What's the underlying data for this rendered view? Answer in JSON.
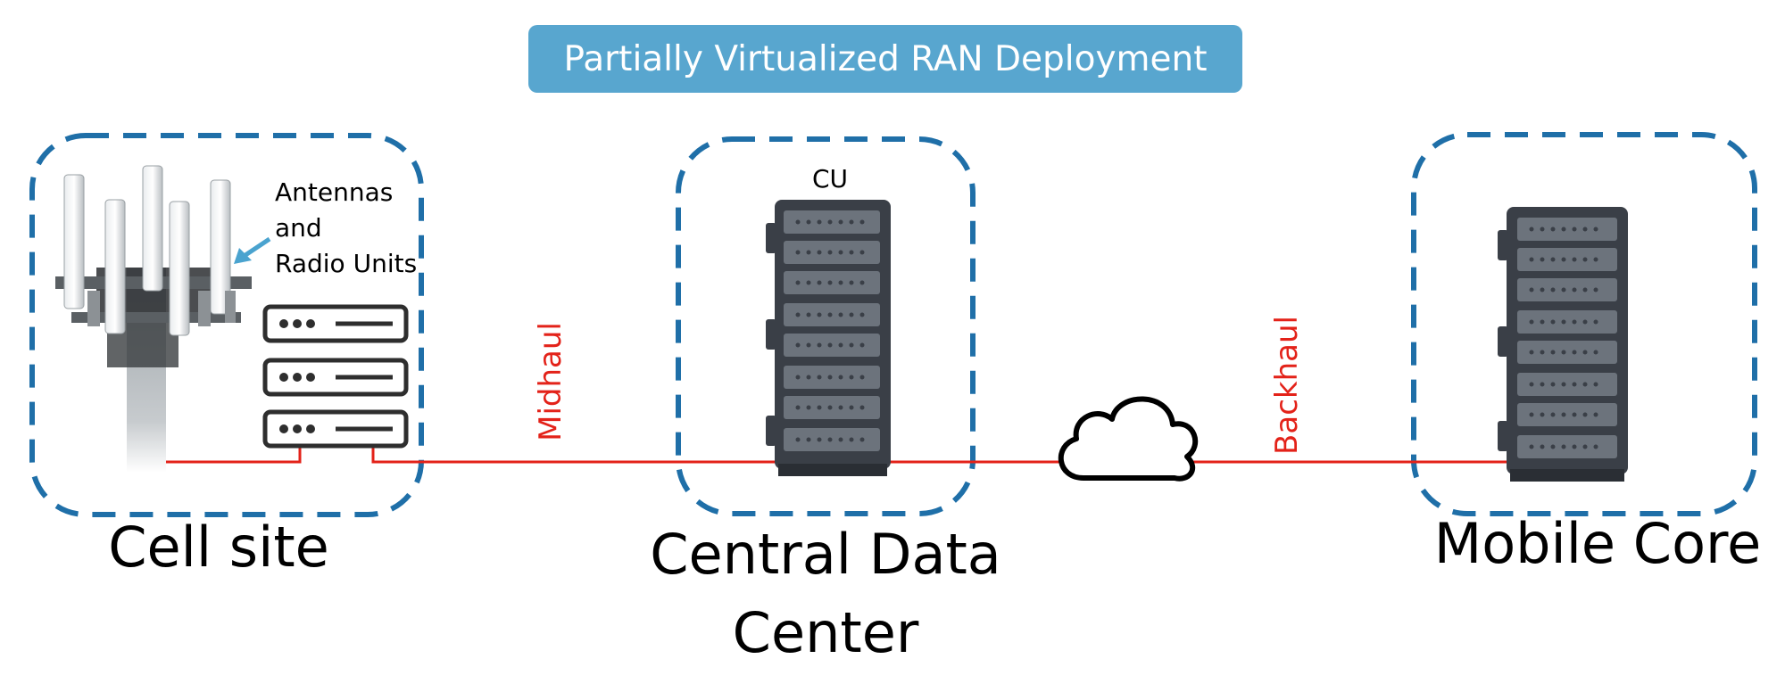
{
  "title": "Partially Virtualized RAN Deployment",
  "cell_site": {
    "label": "Cell site",
    "antenna_label_line1": "Antennas",
    "antenna_label_line2": "and",
    "antenna_label_line3": "Radio Units"
  },
  "central_dc": {
    "label_line1": "Central Data",
    "label_line2": "Center",
    "server_label": "CU"
  },
  "mobile_core": {
    "label": "Mobile Core"
  },
  "links": {
    "midhaul": "Midhaul",
    "backhaul": "Backhaul"
  },
  "colors": {
    "banner": "#58a6cf",
    "dashed_border": "#1f6fa8",
    "link": "#e32219",
    "server_body": "#3a3f47",
    "server_slot": "#6c737c",
    "arrow": "#4aa3cf"
  },
  "icons": [
    "cell-tower-icon",
    "rack-server-icon",
    "cloud-icon",
    "server-stack-icon"
  ]
}
